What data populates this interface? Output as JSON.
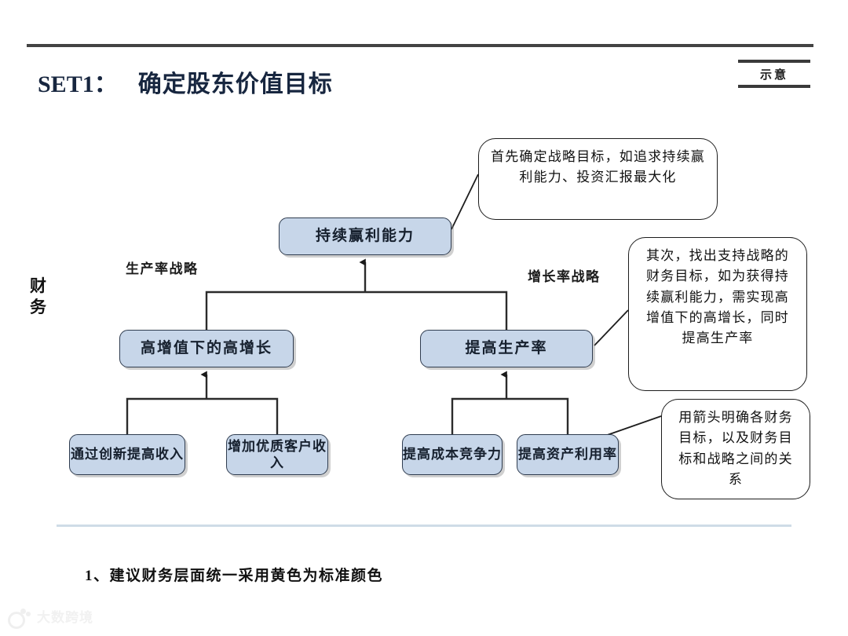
{
  "slide": {
    "title_label": "SET1：",
    "title_main": "确定股东价值目标",
    "badge_text": "示意",
    "perspective_label": "财务"
  },
  "captions": {
    "left": "生产率战略",
    "right": "增长率战略"
  },
  "nodes": [
    {
      "id": "profit",
      "label": "持续赢利能力",
      "level": 1
    },
    {
      "id": "growth",
      "label": "高增值下的高增长",
      "level": 2
    },
    {
      "id": "prod",
      "label": "提高生产率",
      "level": 2
    },
    {
      "id": "innov",
      "label": "通过创新提高收入",
      "level": 3
    },
    {
      "id": "cust",
      "label": "增加优质客户收入",
      "level": 3
    },
    {
      "id": "cost",
      "label": "提高成本竞争力",
      "level": 3
    },
    {
      "id": "asset",
      "label": "提高资产利用率",
      "level": 3
    }
  ],
  "callouts": [
    {
      "id": "callout-1",
      "text": "首先确定战略目标，如追求持续赢利能力、投资汇报最大化"
    },
    {
      "id": "callout-2",
      "text": "其次，找出支持战略的财务目标，如为获得持续赢利能力，需实现高增值下的高增长，同时提高生产率"
    },
    {
      "id": "callout-3",
      "text": "用箭头明确各财务目标，以及财务目标和战略之间的关系"
    }
  ],
  "footer": {
    "note": "1、建议财务层面统一采用黄色为标准颜色"
  },
  "watermark": {
    "text": "大数跨境"
  },
  "colors": {
    "node_fill": "#c7d6e9",
    "node_border": "#2f3c4f",
    "title": "#17263f",
    "rule": "#434343",
    "divider": "#cfdce7"
  }
}
